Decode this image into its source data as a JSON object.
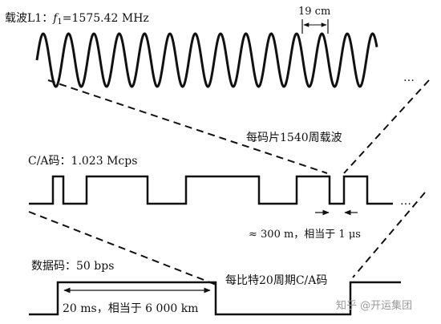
{
  "carrier": {
    "label_prefix": "载波L1：",
    "label_f": "f",
    "label_sub": "1",
    "label_value": "=1575.42 MHz",
    "wavelength_label": "19 cm",
    "chips_label": "每码片1540周载波",
    "ellipsis": "…"
  },
  "ca_code": {
    "label": "C/A码：1.023 Mcps",
    "chip_label": "≈ 300 m，相当于 1 μs",
    "ellipsis": "…"
  },
  "data_code": {
    "label": "数据码：50 bps",
    "bit_label": "每比特20周期C/A码",
    "duration_label": "20 ms，相当于 6 000 km"
  },
  "watermark": {
    "text": "知乎 @开运集团"
  }
}
